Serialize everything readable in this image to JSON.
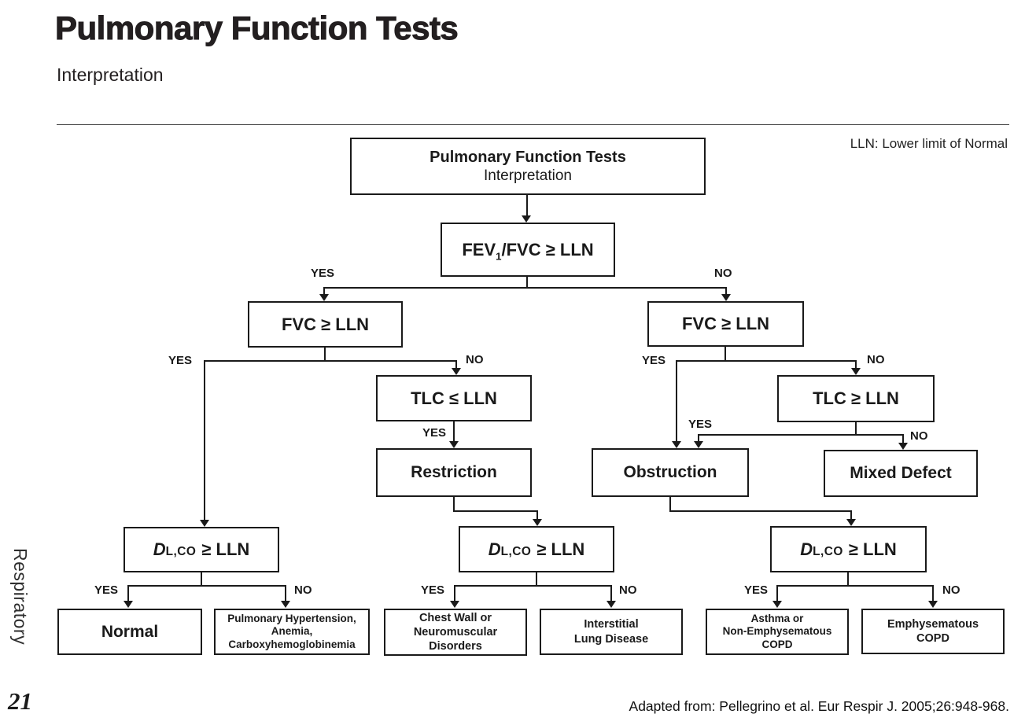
{
  "page": {
    "title": "Pulmonary Function Tests",
    "subtitle": "Interpretation",
    "legend": "LLN: Lower limit of Normal",
    "sidebar_label": "Respiratory",
    "page_number": "21",
    "citation": "Adapted from: Pellegrino et al. Eur Respir J. 2005;26:948-968."
  },
  "labels": {
    "yes": "YES",
    "no": "NO"
  },
  "nodes": {
    "root": {
      "title": "Pulmonary Function Tests",
      "subtitle": "Interpretation"
    },
    "fev1_fvc": {
      "pre": "FEV",
      "sub": "1",
      "post": "/FVC ≥ LLN"
    },
    "fvc_left": "FVC ≥ LLN",
    "fvc_right": "FVC ≥ LLN",
    "tlc_le": "TLC ≤ LLN",
    "restriction": "Restriction",
    "tlc_ge": "TLC ≥ LLN",
    "obstruction": "Obstruction",
    "mixed_defect": "Mixed Defect",
    "dlco": {
      "d": "D",
      "sub": "L,CO",
      "post": "≥ LLN"
    },
    "normal": "Normal",
    "pulm_htn": [
      "Pulmonary Hypertension,",
      "Anemia,",
      "Carboxyhemoglobinemia"
    ],
    "chest_wall": [
      "Chest Wall or",
      "Neuromuscular",
      "Disorders"
    ],
    "ild": [
      "Interstitial",
      "Lung Disease"
    ],
    "asthma": [
      "Asthma or",
      "Non-Emphysematous",
      "COPD"
    ],
    "emphysema": [
      "Emphysematous",
      "COPD"
    ]
  }
}
